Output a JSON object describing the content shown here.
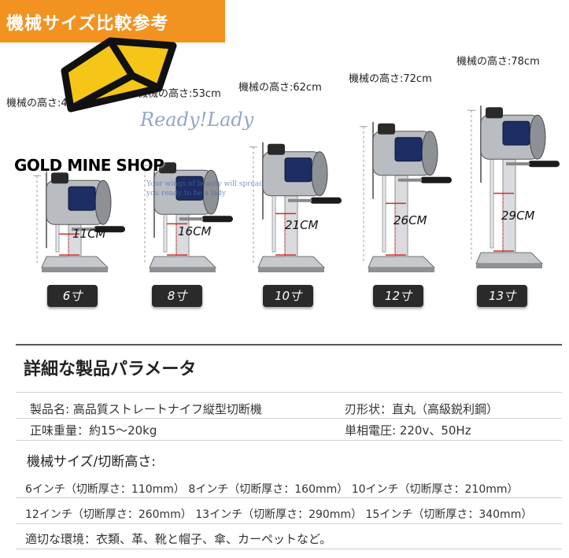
{
  "banner": {
    "text": "機械サイズ比較参考",
    "color": "#f29321"
  },
  "shop_name": "GOLD MINE SHOP",
  "watermark": {
    "script": "Ready!Lady",
    "line1": "Your wings of beauty will spread",
    "line2": "you ready to be a lady"
  },
  "machines": [
    {
      "height_label": "機械の高さ:48cm",
      "cut_label": "11CM",
      "size": "6寸",
      "cut_cm": 11,
      "height_cm": 48
    },
    {
      "height_label": "機械の高さ:53cm",
      "cut_label": "16CM",
      "size": "8寸",
      "cut_cm": 16,
      "height_cm": 53
    },
    {
      "height_label": "機械の高さ:62cm",
      "cut_label": "21CM",
      "size": "10寸",
      "cut_cm": 21,
      "height_cm": 62
    },
    {
      "height_label": "機械の高さ:72cm",
      "cut_label": "26CM",
      "size": "12寸",
      "cut_cm": 26,
      "height_cm": 72
    },
    {
      "height_label": "機械の高さ:78cm",
      "cut_label": "29CM",
      "size": "13寸",
      "cut_cm": 29,
      "height_cm": 78
    }
  ],
  "params": {
    "title": "詳細な製品パラメータ",
    "product_name": "製品名: 高品質ストレートナイフ縦型切断機",
    "blade_shape": "刃形状：直丸（高級鋭利鋼）",
    "net_weight": "正味重量：約15～20kg",
    "voltage": "単相電圧: 220v、50Hz",
    "size_heading": "機械サイズ/切断高さ:",
    "sizes_row1": "6インチ（切断厚さ：110mm） 8インチ（切断厚さ：160mm） 10インチ（切断厚さ：210mm）",
    "sizes_row2": "12インチ（切断厚さ：260mm） 13インチ（切断厚さ：290mm） 15インチ（切断厚さ：340mm）",
    "environment": "適切な環境：衣類、革、靴と帽子、傘、カーペットなど。"
  }
}
